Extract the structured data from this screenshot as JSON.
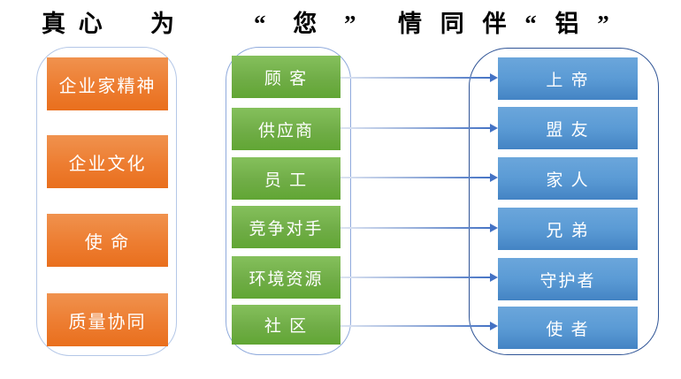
{
  "title": {
    "full_text": "真 心 为 “ 您 ” 情 同 伴 “ 铝 ”",
    "segments": [
      {
        "text": "真 心"
      },
      {
        "text": "为"
      },
      {
        "text": "“ 您 ”"
      },
      {
        "text": "情 同 伴 “ 铝 ”"
      }
    ]
  },
  "columns": {
    "left": {
      "items": [
        {
          "label": "企业家精神"
        },
        {
          "label": "企业文化"
        },
        {
          "label": "使 命"
        },
        {
          "label": "质量协同"
        }
      ]
    },
    "middle": {
      "items": [
        {
          "label": "顾 客"
        },
        {
          "label": "供应商"
        },
        {
          "label": "员 工"
        },
        {
          "label": "竞争对手"
        },
        {
          "label": "环境资源"
        },
        {
          "label": "社 区"
        }
      ]
    },
    "right": {
      "items": [
        {
          "label": "上 帝"
        },
        {
          "label": "盟 友"
        },
        {
          "label": "家 人"
        },
        {
          "label": "兄 弟"
        },
        {
          "label": "守护者"
        },
        {
          "label": "使 者"
        }
      ]
    }
  },
  "connections": [
    {
      "from": "顾 客",
      "to": "上 帝"
    },
    {
      "from": "供应商",
      "to": "盟 友"
    },
    {
      "from": "员 工",
      "to": "家 人"
    },
    {
      "from": "竞争对手",
      "to": "兄 弟"
    },
    {
      "from": "环境资源",
      "to": "守护者"
    },
    {
      "from": "社 区",
      "to": "使 者"
    }
  ],
  "colors": {
    "left_box": "#ED7D31",
    "middle_box": "#70AD47",
    "right_box": "#5B9BD5",
    "arrow": "#4472C4",
    "left_panel_border": "#B4C7E7",
    "middle_panel_border": "#8FAADC",
    "right_panel_border": "#2F5496",
    "title_text": "#000000",
    "box_text": "#FFFFFF"
  }
}
